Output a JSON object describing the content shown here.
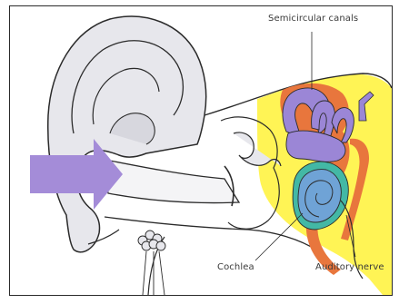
{
  "labels": {
    "semicircular_canals": "Semicircular canals",
    "cochlea": "Cochlea",
    "auditory_nerve": "Auditory nerve"
  },
  "colors": {
    "inner_ear_bg": "#fff455",
    "canals": "#9b86d6",
    "cochlea": "#6fa3d6",
    "cochlea_rim": "#43b8a5",
    "tissue": "#e8763d",
    "arrow": "#a48cd8",
    "outline": "#2b2b2b",
    "ear_fill": "#e7e7ec"
  },
  "icons": {
    "sound_arrow": "arrow-right-icon"
  }
}
